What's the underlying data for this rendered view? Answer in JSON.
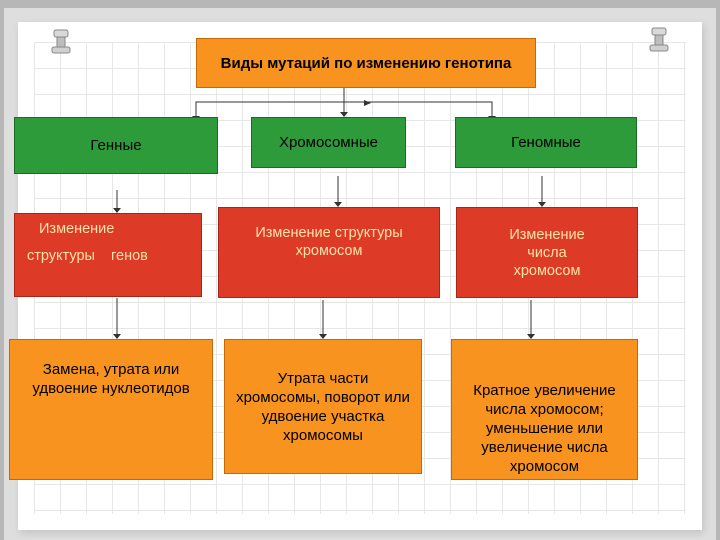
{
  "title": "Виды мутаций  по изменению генотипа",
  "categories": [
    {
      "label": "Генные"
    },
    {
      "label": "Хромосомные"
    },
    {
      "label": "Геномные"
    }
  ],
  "changes": [
    {
      "line1": "Изменение",
      "line2": "структуры    генов"
    },
    {
      "label": "Изменение структуры хромосом"
    },
    {
      "label": "Изменение числа хромосом"
    }
  ],
  "results": [
    {
      "label": "Замена, утрата или удвоение нуклеотидов"
    },
    {
      "label": "Утрата части хромосомы, поворот или удвоение участка хромосомы"
    },
    {
      "label": "Кратное увеличение числа хромосом; уменьшение или увеличение числа хромосом"
    }
  ],
  "colors": {
    "orange": "#f7931e",
    "green": "#2e9b3a",
    "red": "#dd3a28",
    "red_text": "#ffe2a8"
  }
}
